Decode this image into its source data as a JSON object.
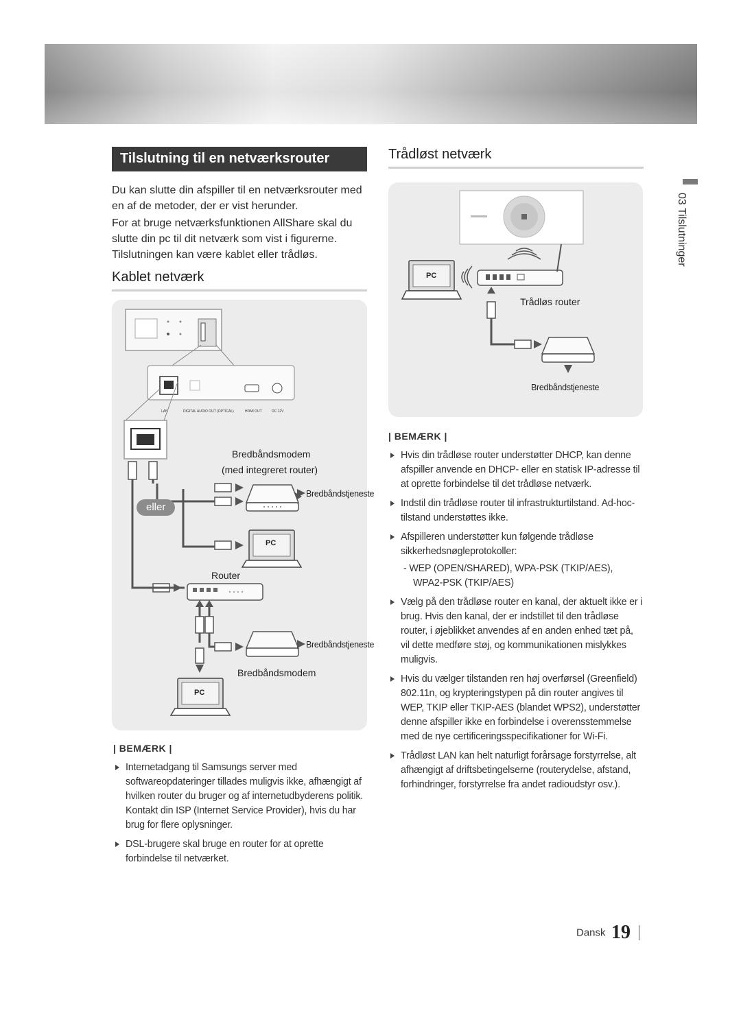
{
  "left": {
    "section_title": "Tilslutning til en netværksrouter",
    "intro_1": "Du kan slutte din afspiller til en netværksrouter med en af de metoder, der er vist herunder.",
    "intro_2": "For at bruge netværksfunktionen AllShare skal du slutte din pc til dit netværk som vist i figurerne. Tilslutningen kan være kablet eller trådløs.",
    "subhead": "Kablet netværk",
    "diagram": {
      "panel_labels": [
        "LAN",
        "DIGITAL AUDIO OUT (OPTICAL)",
        "HDMI OUT",
        "DC 12V"
      ],
      "modem_label": "Bredbåndsmodem",
      "modem_sub": "(med integreret router)",
      "service_1": "Bredbåndstjeneste",
      "eller": "eller",
      "pc_1": "PC",
      "router": "Router",
      "service_2": "Bredbåndstjeneste",
      "modem_2": "Bredbåndsmodem",
      "pc_2": "PC"
    },
    "note_title": "| BEMÆRK |",
    "notes": [
      "Internetadgang til Samsungs server med softwareopdateringer tillades muligvis ikke, afhængigt af hvilken router du bruger og af internetudbyderens politik. Kontakt din ISP (Internet Service Provider), hvis du har brug for flere oplysninger.",
      "DSL-brugere skal bruge en router for at oprette forbindelse til netværket."
    ]
  },
  "right": {
    "subhead": "Trådløst netværk",
    "diagram": {
      "pc": "PC",
      "router": "Trådløs router",
      "service": "Bredbåndstjeneste"
    },
    "note_title": "| BEMÆRK |",
    "notes": [
      "Hvis din trådløse router understøtter DHCP, kan denne afspiller anvende en DHCP- eller en statisk IP-adresse til at oprette forbindelse til det trådløse netværk.",
      "Indstil din trådløse router til infrastrukturtilstand. Ad-hoc-tilstand understøttes ikke.",
      "Afspilleren understøtter kun følgende trådløse sikkerhedsnøgleprotokoller:",
      "- WEP (OPEN/SHARED), WPA-PSK (TKIP/AES), WPA2-PSK (TKIP/AES)",
      "Vælg på den trådløse router en kanal, der aktuelt ikke er i brug. Hvis den kanal, der er indstillet til den trådløse router, i øjeblikket anvendes af en anden enhed tæt på, vil dette medføre støj, og kommunikationen mislykkes muligvis.",
      "Hvis du vælger tilstanden ren høj overførsel (Greenfield) 802.11n, og krypteringstypen på din router angives til WEP, TKIP eller TKIP-AES (blandet WPS2), understøtter denne afspiller ikke en forbindelse i overensstemmelse med de nye certificeringsspecifikationer for Wi-Fi.",
      "Trådløst LAN kan helt naturligt forårsage forstyrrelse, alt afhængigt af driftsbetingelserne (routerydelse, afstand, forhindringer, forstyrrelse fra andet radioudstyr osv.)."
    ]
  },
  "side_tab": "03  Tilslutninger",
  "footer": {
    "language": "Dansk",
    "page_number": "19"
  }
}
